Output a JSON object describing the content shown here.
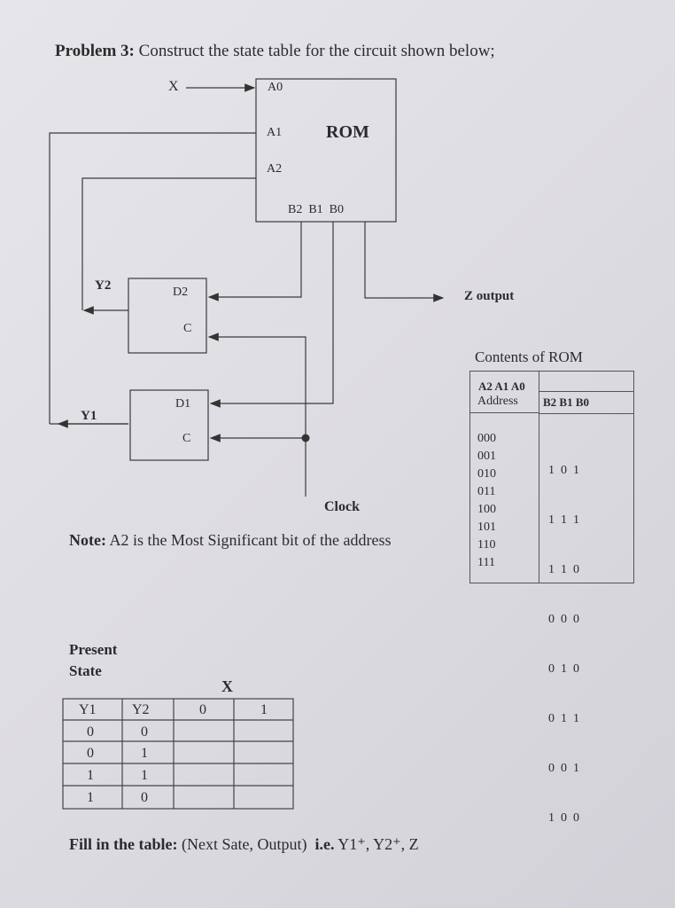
{
  "problem": {
    "number_label": "Problem 3:",
    "text": " Construct the state table for the circuit shown below;"
  },
  "circuit": {
    "x_label": "X",
    "rom_label": "ROM",
    "rom_inputs": [
      "A0",
      "A1",
      "A2"
    ],
    "rom_outputs": "B2  B1  B0",
    "ff2": {
      "state": "Y2",
      "d": "D2",
      "c": "C"
    },
    "ff1": {
      "state": "Y1",
      "d": "D1",
      "c": "C"
    },
    "z_output": "Z output",
    "clock": "Clock"
  },
  "note": {
    "label": "Note:",
    "text": " A2 is the Most Significant bit of the address"
  },
  "rom_table": {
    "caption": "Contents of ROM",
    "address_header_top": "A2 A1 A0",
    "address_header": "Address",
    "data_header": "B2 B1 B0",
    "addresses": [
      "000",
      "001",
      "010",
      "011",
      "100",
      "101",
      "110",
      "111"
    ],
    "data": [
      "1  0  1",
      "1  1  1",
      "1  1  0",
      "0  0  0",
      "0  1  0",
      "0  1  1",
      "0  0  1",
      "1  0  0"
    ]
  },
  "state_table": {
    "present_state_line1": "Present",
    "present_state_line2": "State",
    "x_header": "X",
    "col_y1": "Y1",
    "col_y2": "Y2",
    "col_x0": "0",
    "col_x1": "1",
    "rows": [
      {
        "y1": "0",
        "y2": "0"
      },
      {
        "y1": "0",
        "y2": "1"
      },
      {
        "y1": "1",
        "y2": "1"
      },
      {
        "y1": "1",
        "y2": "0"
      }
    ]
  },
  "footer": {
    "label": "Fill in the table:",
    "text": " (Next Sate, Output)  ",
    "ie": "i.e.",
    "vars": " Y1⁺, Y2⁺, Z"
  }
}
